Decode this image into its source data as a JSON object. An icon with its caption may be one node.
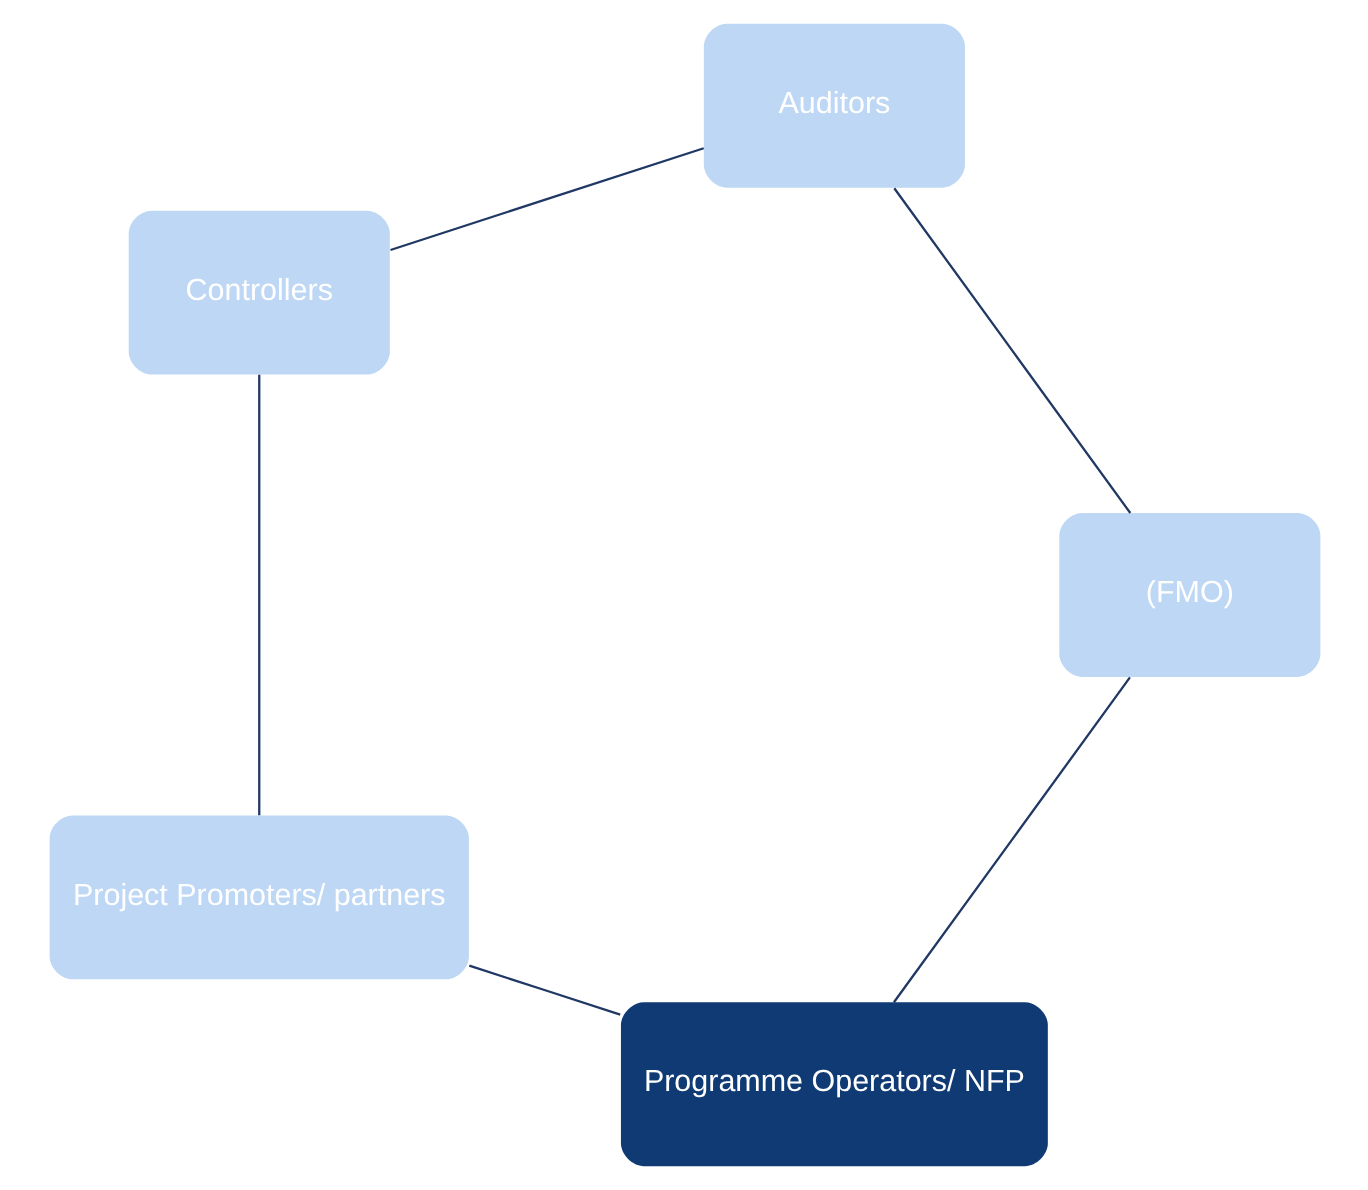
{
  "diagram": {
    "nodes": [
      {
        "text": [
          "Programme Operators/ NFP"
        ]
      },
      {
        "text": [
          "(FMO)"
        ]
      },
      {
        "text": [
          "Project Promoters/ partners"
        ]
      },
      {
        "text": [
          "Auditors"
        ]
      },
      {
        "text": [
          "Controllers"
        ]
      }
    ],
    "edges": [
      {
        "from": 0,
        "to": 2,
        "arrow": "none"
      },
      {
        "from": 2,
        "to": 4,
        "arrow": "none"
      },
      {
        "from": 4,
        "to": 3,
        "arrow": "none"
      },
      {
        "from": 3,
        "to": 1,
        "arrow": "none"
      },
      {
        "from": 1,
        "to": 0,
        "arrow": "none"
      }
    ]
  }
}
